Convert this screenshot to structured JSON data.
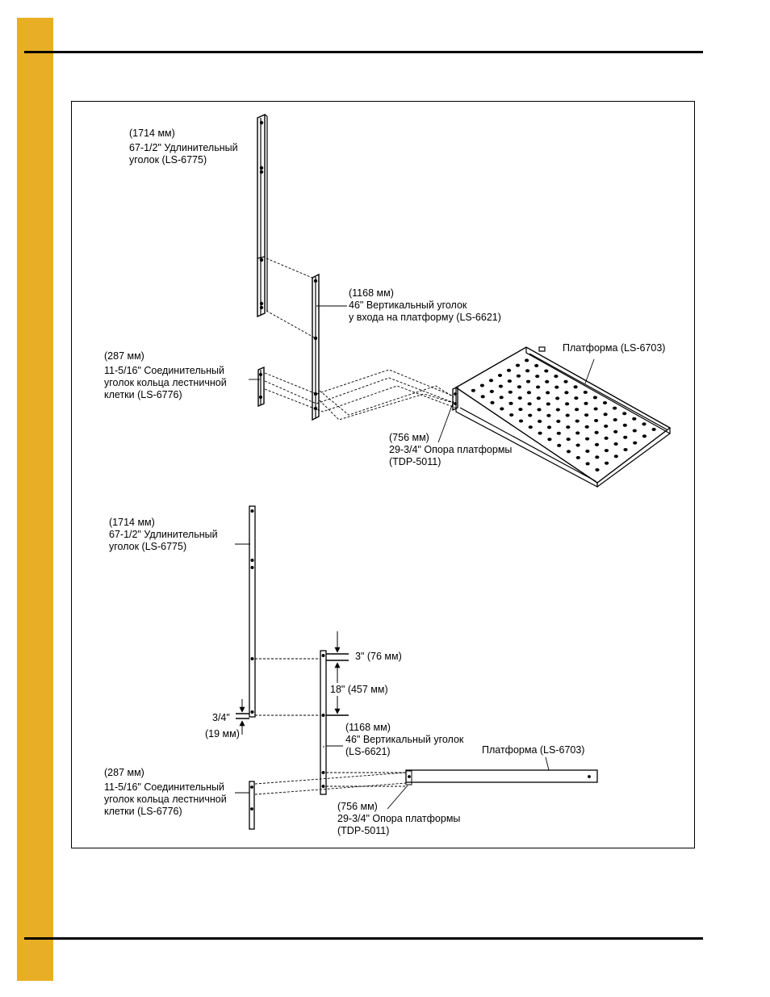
{
  "colors": {
    "side_bar": "#e8ae25",
    "rule": "#000000",
    "line": "#000000"
  },
  "top_view": {
    "extension_angle": [
      "(1714 мм)",
      "67-1/2\" Удлинительный",
      "уголок (LS-6775)"
    ],
    "vertical_angle": [
      "(1168 мм)",
      "46\" Вертикальный уголок",
      "у входа на платформу (LS-6621)"
    ],
    "connecting_angle": [
      "(287 мм)",
      "11-5/16\" Соединительный",
      "уголок кольца лестничной",
      "клетки (LS-6776)"
    ],
    "platform": "Платформа (LS-6703)",
    "platform_support": [
      "(756 мм)",
      "29-3/4\" Опора платформы",
      "(TDP-5011)"
    ]
  },
  "side_view": {
    "extension_angle": [
      "(1714 мм)",
      "67-1/2\" Удлинительный",
      "уголок (LS-6775)"
    ],
    "dim_top": "3\" (76 мм)",
    "dim_mid": "18\" (457 мм)",
    "dim_offset_in": "3/4\"",
    "dim_offset_mm": "(19 мм)",
    "vertical_angle": [
      "(1168 мм)",
      "46\" Вертикальный уголок",
      "(LS-6621)"
    ],
    "platform": "Платформа (LS-6703)",
    "connecting_angle": [
      "(287 мм)",
      "11-5/16\" Соединительный",
      "уголок кольца лестничной",
      "клетки (LS-6776)"
    ],
    "platform_support": [
      "(756 мм)",
      "29-3/4\" Опора платформы",
      "(TDP-5011)"
    ]
  }
}
